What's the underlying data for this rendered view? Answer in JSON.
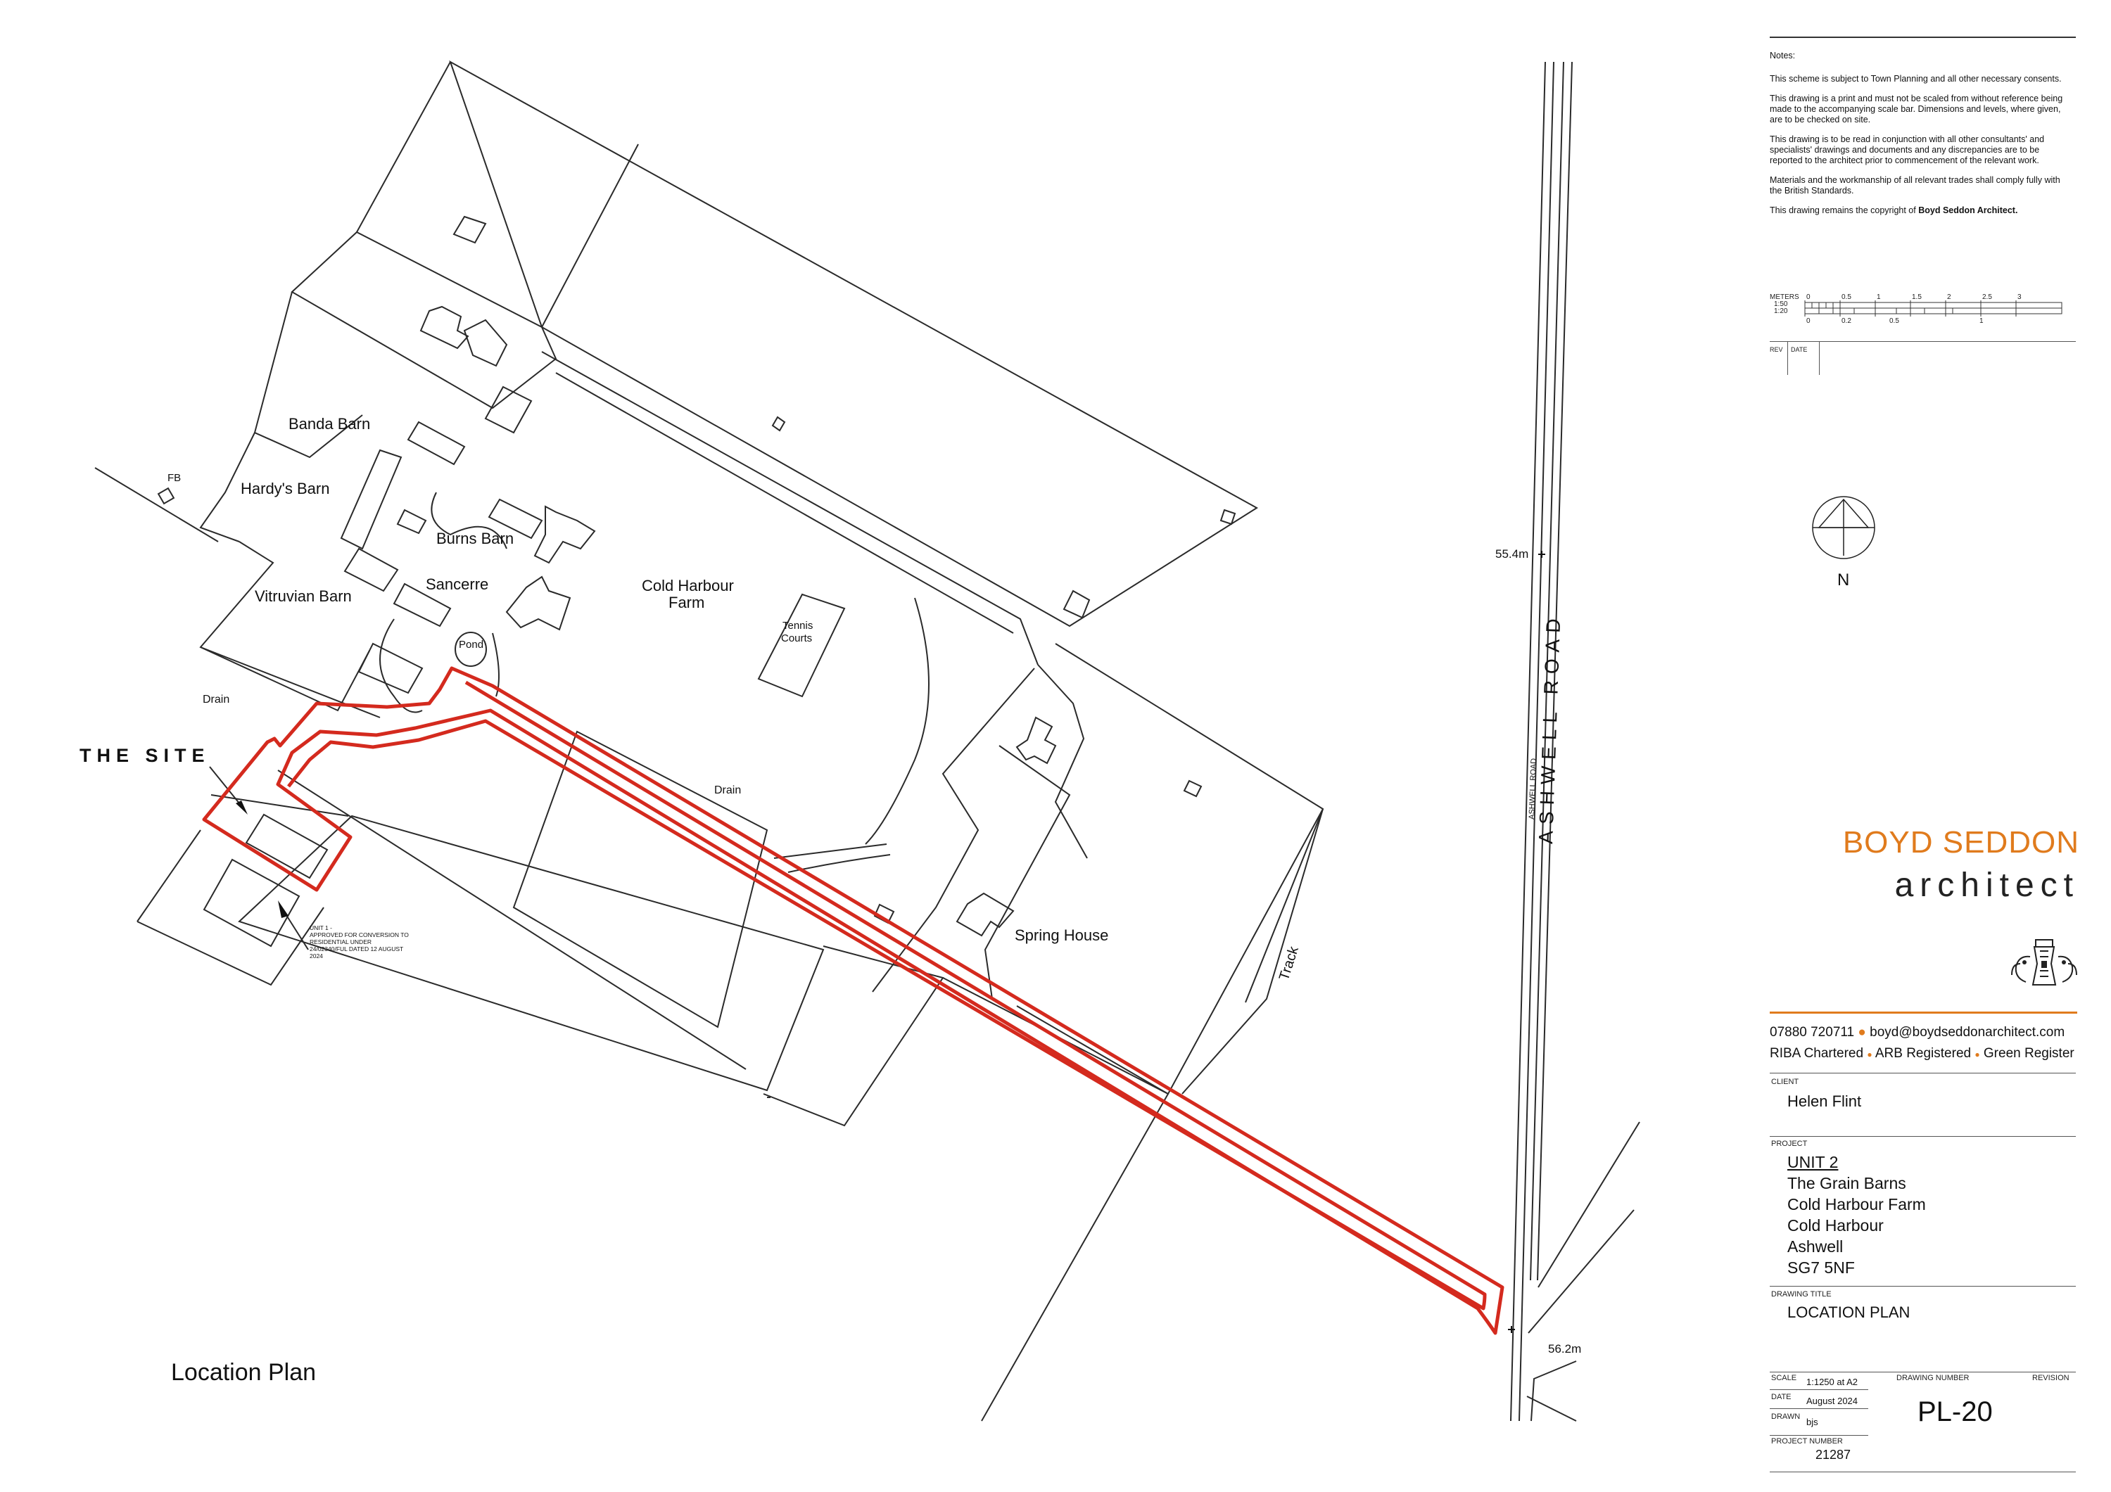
{
  "map": {
    "labels": {
      "banda_barn": "Banda Barn",
      "fb": "FB",
      "hardys_barn": "Hardy's Barn",
      "burns_barn": "Burns Barn",
      "vitruvian_barn": "Vitruvian Barn",
      "sancerre": "Sancerre",
      "cold_harbour_farm_1": "Cold Harbour",
      "cold_harbour_farm_2": "Farm",
      "tennis_1": "Tennis",
      "tennis_2": "Courts",
      "pond": "Pond",
      "drain_west": "Drain",
      "drain_mid": "Drain",
      "the_site": "THE  SITE",
      "spring_house": "Spring House",
      "track": "Track",
      "ashwell_road": "ASHWELL  ROAD",
      "ashwell_road_small": "ASHWELL ROAD",
      "level_north": "55.4m",
      "level_south": "56.2m",
      "unit1_note_1": "UNIT 1 -",
      "unit1_note_2": "APPROVED FOR CONVERSION TO",
      "unit1_note_3": "RESIDENTIAL UNDER",
      "unit1_note_4": "24/02340/FUL DATED 12 AUGUST",
      "unit1_note_5": "2024",
      "location_plan": "Location Plan"
    },
    "colors": {
      "boundary": "#D42A1E",
      "linework": "#2a2a2a"
    }
  },
  "notes": {
    "heading": "Notes:",
    "p1": "This scheme is subject to Town Planning and all other necessary consents.",
    "p2": "This drawing is a print and must not be scaled from without reference being made to the accompanying scale bar. Dimensions and levels, where given, are to be checked on site.",
    "p3": "This drawing is to be read in conjunction with all other consultants' and specialists' drawings and documents and any discrepancies are to be reported to the architect prior to commencement of the relevant work.",
    "p4": "Materials and the workmanship of all relevant trades shall comply fully with the British Standards.",
    "p5_prefix": "This drawing remains the copyright of ",
    "p5_bold": "Boyd Seddon Architect."
  },
  "scale_bar": {
    "meters": "METERS",
    "r1": "1:50",
    "r2": "1:20",
    "top_ticks": [
      "0",
      "0.5",
      "1",
      "1.5",
      "2",
      "2.5",
      "3"
    ],
    "bottom_ticks": [
      "0",
      "0.2",
      "0.5",
      "1"
    ]
  },
  "revisions": {
    "rev": "REV",
    "date": "DATE"
  },
  "north": "N",
  "brand": {
    "name": "BOYD SEDDON",
    "sub": "architect",
    "phone": "07880 720711",
    "email": "boyd@boydseddonarchitect.com",
    "reg1": "RIBA Chartered",
    "reg2": "ARB Registered",
    "reg3": "Green Register",
    "accent": "#E07B1D"
  },
  "client": {
    "label": "CLIENT",
    "value": "Helen Flint"
  },
  "project": {
    "label": "PROJECT",
    "lines": [
      "UNIT 2",
      "The Grain Barns",
      "Cold Harbour Farm",
      "Cold Harbour",
      "Ashwell",
      "SG7 5NF"
    ]
  },
  "drawing_title": {
    "label": "DRAWING TITLE",
    "value": "LOCATION PLAN"
  },
  "titleblock": {
    "scale_label": "SCALE",
    "scale_value": "1:1250 at A2",
    "date_label": "DATE",
    "date_value": "August 2024",
    "drawn_label": "DRAWN",
    "drawn_value": "bjs",
    "projnum_label": "PROJECT NUMBER",
    "projnum_value": "21287",
    "drawnum_label": "DRAWING NUMBER",
    "drawnum_value": "PL-20",
    "revision_label": "REVISION"
  }
}
